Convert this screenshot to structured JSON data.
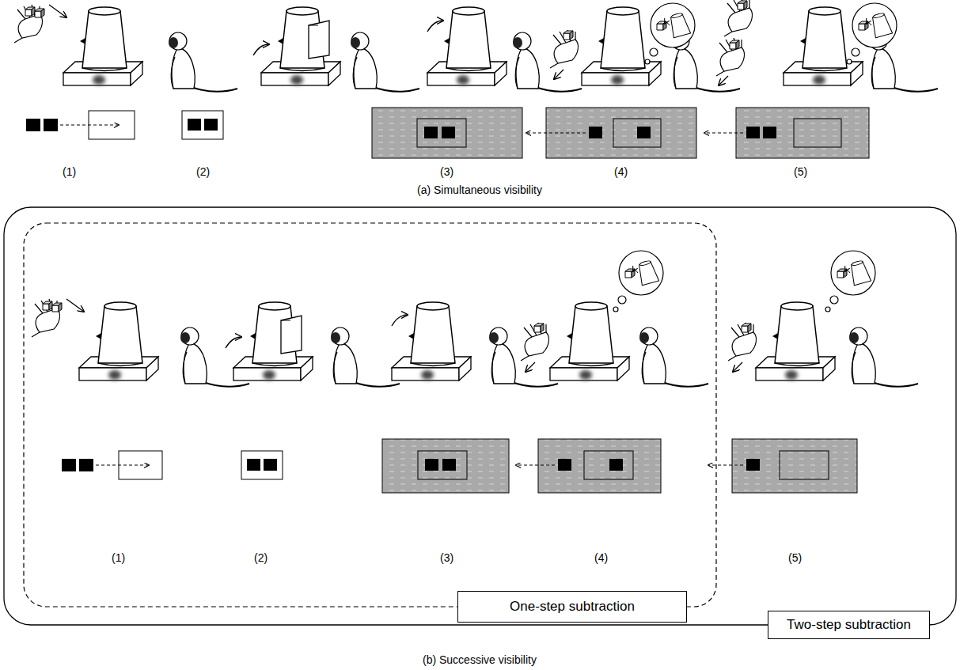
{
  "diagram": {
    "nodes": [
      {
        "text": [
          "One-step subtraction"
        ]
      },
      {
        "text": [
          "Two-step subtraction"
        ]
      }
    ],
    "labels": [
      "(1)",
      "(2)",
      "(3)",
      "(4)",
      "(5)",
      "(a) Simultaneous visibility",
      "(1)",
      "(2)",
      "(3)",
      "(4)",
      "(5)",
      "(b) Successive visibility"
    ]
  }
}
